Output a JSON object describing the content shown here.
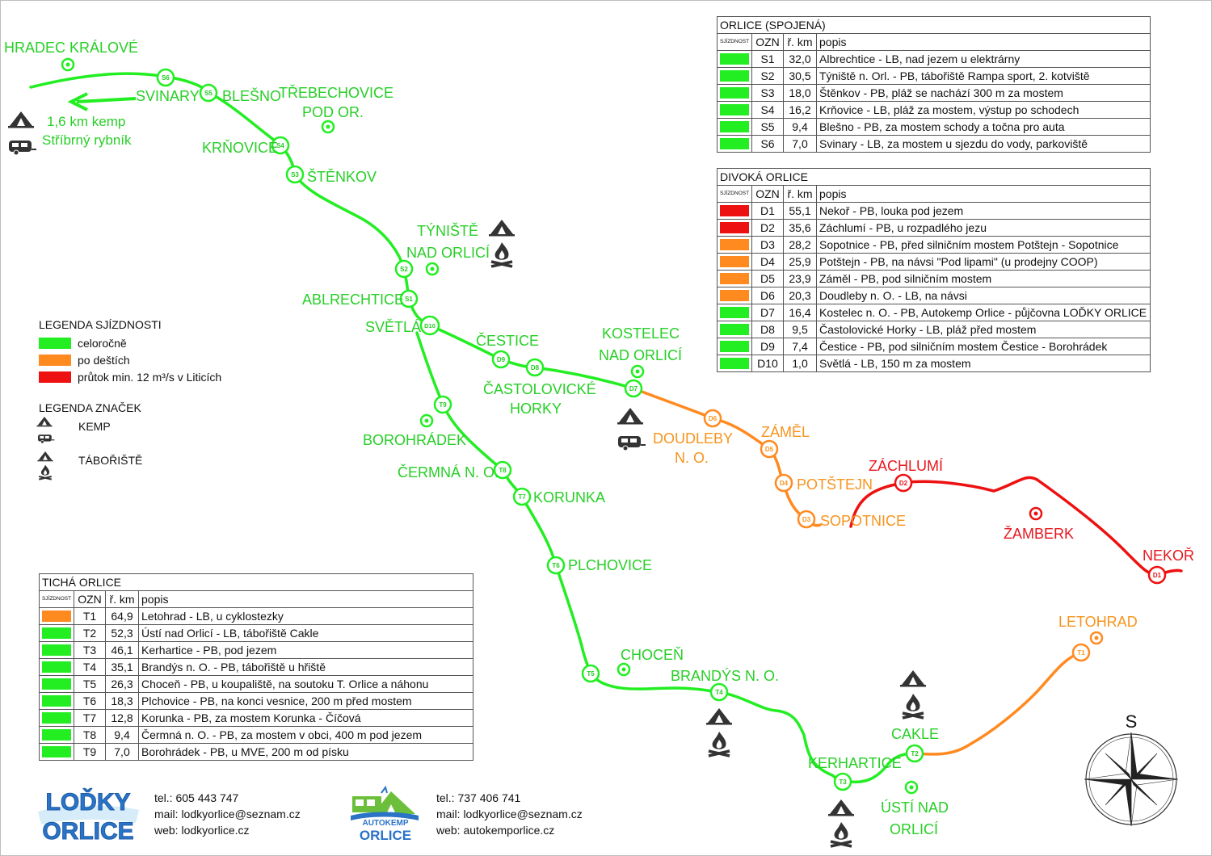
{
  "colors": {
    "all_year": "#22ee22",
    "after_rain": "#ff8a20",
    "flow_min": "#ee1111",
    "label_green": "#27cf27",
    "label_orange": "#f7941d",
    "label_red": "#e8161e"
  },
  "places": {
    "hradec": "HRADEC KRÁLOVÉ",
    "svinary": "SVINARY",
    "blesno": "BLEŠNO",
    "trebechovice_1": "TŘEBECHOVICE",
    "trebechovice_2": "POD OR.",
    "krnovice": "KRŇOVICE",
    "stenkov": "ŠTĚNKOV",
    "tyniste_1": "TÝNIŠTĚ",
    "tyniste_2": "NAD ORLICÍ",
    "ablrechtice": "ABLRECHTICE",
    "svetla": "SVĚTLÁ",
    "cestice": "ČESTICE",
    "kostelec_1": "KOSTELEC",
    "kostelec_2": "NAD ORLICÍ",
    "castolovicke_1": "ČASTOLOVICKÉ",
    "castolovicke_2": "HORKY",
    "borohradek": "BOROHRÁDEK",
    "doudleby_1": "DOUDLEBY",
    "doudleby_2": "N. O.",
    "zamel": "ZÁMĚL",
    "zachlumi": "ZÁCHLUMÍ",
    "potstejn": "POTŠTEJN",
    "sopotnice": "SOPOTNICE",
    "zamberk": "ŽAMBERK",
    "nekor": "NEKOŘ",
    "cermna": "ČERMNÁ N. O.",
    "korunka": "KORUNKA",
    "plchovice": "PLCHOVICE",
    "chocen": "CHOCEŇ",
    "brandys": "BRANDÝS N. O.",
    "letohrad": "LETOHRAD",
    "cakle": "CAKLE",
    "kerhartice": "KERHARTICE",
    "usti_1": "ÚSTÍ NAD",
    "usti_2": "ORLICÍ",
    "kemp_note_1": "1,6 km kemp",
    "kemp_note_2": "Stříbrný rybník"
  },
  "compass_label": "S",
  "legend_sjizdnosti": {
    "title": "LEGENDA SJÍZDNOSTI",
    "items": [
      {
        "color": "#22ee22",
        "label": "celoročně"
      },
      {
        "color": "#ff8a20",
        "label": "po deštích"
      },
      {
        "color": "#ee1111",
        "label": "průtok min. 12 m³/s v Liticích"
      }
    ]
  },
  "legend_znacek": {
    "title": "LEGENDA ZNAČEK",
    "kemp": "KEMP",
    "taboriste": "TÁBOŘIŠTĚ",
    "icons": [
      "tent-icon",
      "caravan-icon",
      "campfire-icon"
    ]
  },
  "table_headers": {
    "sjizdnost": "SJÍZDNOST",
    "ozn": "OZN",
    "km": "ř. km",
    "popis": "popis"
  },
  "tables": {
    "spojena": {
      "title": "ORLICE (SPOJENÁ)",
      "rows": [
        {
          "ozn": "S1",
          "km": "32,0",
          "popis": "Albrechtice - LB, nad jezem u elektrárny",
          "color": "#22ee22"
        },
        {
          "ozn": "S2",
          "km": "30,5",
          "popis": "Týniště n. Orl. - PB, tábořiště Rampa sport, 2. kotviště",
          "color": "#22ee22"
        },
        {
          "ozn": "S3",
          "km": "18,0",
          "popis": "Štěnkov - PB, pláž se nachází 300 m za mostem",
          "color": "#22ee22"
        },
        {
          "ozn": "S4",
          "km": "16,2",
          "popis": "Krňovice - LB, pláž za mostem, výstup po schodech",
          "color": "#22ee22"
        },
        {
          "ozn": "S5",
          "km": "9,4",
          "popis": "Blešno - PB, za mostem schody a točna pro auta",
          "color": "#22ee22"
        },
        {
          "ozn": "S6",
          "km": "7,0",
          "popis": "Svinary - LB, za mostem u sjezdu do vody, parkoviště",
          "color": "#22ee22"
        }
      ]
    },
    "divoka": {
      "title": "DIVOKÁ ORLICE",
      "rows": [
        {
          "ozn": "D1",
          "km": "55,1",
          "popis": "Nekoř - PB, louka pod jezem",
          "color": "#ee1111"
        },
        {
          "ozn": "D2",
          "km": "35,6",
          "popis": "Záchlumí - PB, u rozpadlého jezu",
          "color": "#ee1111"
        },
        {
          "ozn": "D3",
          "km": "28,2",
          "popis": "Sopotnice - PB, před silničním mostem Potštejn - Sopotnice",
          "color": "#ff8a20"
        },
        {
          "ozn": "D4",
          "km": "25,9",
          "popis": "Potštejn - PB, na návsi \"Pod lipami\" (u prodejny COOP)",
          "color": "#ff8a20"
        },
        {
          "ozn": "D5",
          "km": "23,9",
          "popis": "Záměl - PB, pod silničním mostem",
          "color": "#ff8a20"
        },
        {
          "ozn": "D6",
          "km": "20,3",
          "popis": "Doudleby n. O. - LB, na návsi",
          "color": "#ff8a20"
        },
        {
          "ozn": "D7",
          "km": "16,4",
          "popis": "Kostelec n. O. - PB, Autokemp Orlice - půjčovna LOĎKY ORLICE",
          "color": "#22ee22"
        },
        {
          "ozn": "D8",
          "km": "9,5",
          "popis": "Častolovické Horky - LB, pláž před mostem",
          "color": "#22ee22"
        },
        {
          "ozn": "D9",
          "km": "7,4",
          "popis": "Čestice - PB, pod silničním mostem Čestice - Borohrádek",
          "color": "#22ee22"
        },
        {
          "ozn": "D10",
          "km": "1,0",
          "popis": "Světlá - LB, 150 m za mostem",
          "color": "#22ee22"
        }
      ]
    },
    "ticha": {
      "title": "TICHÁ ORLICE",
      "rows": [
        {
          "ozn": "T1",
          "km": "64,9",
          "popis": "Letohrad - LB, u cyklostezky",
          "color": "#ff8a20"
        },
        {
          "ozn": "T2",
          "km": "52,3",
          "popis": "Ústí nad Orlicí - LB, tábořiště Cakle",
          "color": "#22ee22"
        },
        {
          "ozn": "T3",
          "km": "46,1",
          "popis": "Kerhartice - PB, pod jezem",
          "color": "#22ee22"
        },
        {
          "ozn": "T4",
          "km": "35,1",
          "popis": "Brandýs n. O. - PB, tábořiště u hřiště",
          "color": "#22ee22"
        },
        {
          "ozn": "T5",
          "km": "26,3",
          "popis": "Choceň - PB, u koupaliště, na soutoku T. Orlice a náhonu",
          "color": "#22ee22"
        },
        {
          "ozn": "T6",
          "km": "18,3",
          "popis": "Plchovice - PB, na konci vesnice, 200 m před mostem",
          "color": "#22ee22"
        },
        {
          "ozn": "T7",
          "km": "12,8",
          "popis": "Korunka - PB, za mostem Korunka - Číčová",
          "color": "#22ee22"
        },
        {
          "ozn": "T8",
          "km": "9,4",
          "popis": "Čermná n. O. - PB, za mostem v obci, 400 m pod jezem",
          "color": "#22ee22"
        },
        {
          "ozn": "T9",
          "km": "7,0",
          "popis": "Borohrádek - PB, u MVE, 200 m od písku",
          "color": "#22ee22"
        }
      ]
    }
  },
  "contacts": {
    "lodky": {
      "logo_line1": "LOĎKY",
      "logo_line2": "ORLICE",
      "tel": "tel.: 605 443 747",
      "mail": "mail: lodkyorlice@seznam.cz",
      "web": "web: lodkyorlice.cz"
    },
    "autokemp": {
      "logo_line1": "AUTOKEMP",
      "logo_line2": "ORLICE",
      "tel": "tel.: 737 406 741",
      "mail": "mail: lodkyorlice@seznam.cz",
      "web": "web: autokemporlice.cz"
    }
  }
}
